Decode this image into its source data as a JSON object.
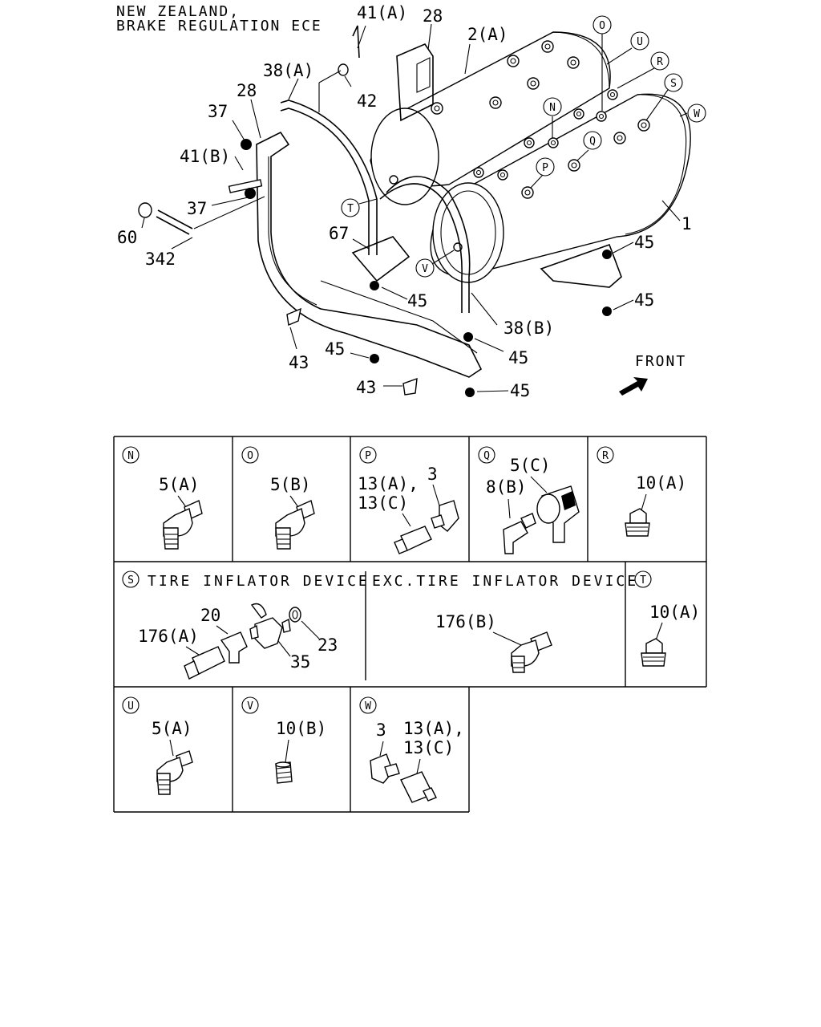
{
  "header": {
    "line1": "NEW ZEALAND,",
    "line2": "BRAKE REGULATION ECE"
  },
  "front_label": "FRONT",
  "main_labels": {
    "l41a": "41(A)",
    "l28a": "28",
    "l2a": "2(A)",
    "l38a": "38(A)",
    "l42": "42",
    "l28b": "28",
    "l37a": "37",
    "l41b": "41(B)",
    "l37b": "37",
    "l60": "60",
    "l342": "342",
    "l67": "67",
    "l45a": "45",
    "l45b": "45",
    "l45c": "45",
    "l45d": "45",
    "l45e": "45",
    "l45f": "45",
    "l38b": "38(B)",
    "l43a": "43",
    "l43b": "43",
    "l1": "1"
  },
  "callouts": {
    "O": "O",
    "U": "U",
    "R": "R",
    "S": "S",
    "W": "W",
    "N": "N",
    "Q": "Q",
    "P": "P",
    "T": "T",
    "V": "V"
  },
  "detail_cells": {
    "N": {
      "tag": "N",
      "labels": [
        "5(A)"
      ]
    },
    "O": {
      "tag": "O",
      "labels": [
        "5(B)"
      ]
    },
    "P": {
      "tag": "P",
      "labels": [
        "13(A),",
        "13(C)",
        "3"
      ]
    },
    "Q": {
      "tag": "Q",
      "labels": [
        "5(C)",
        "8(B)"
      ]
    },
    "R": {
      "tag": "R",
      "labels": [
        "10(A)"
      ]
    },
    "S": {
      "tag": "S",
      "title": "TIRE INFLATOR DEVICE",
      "labels": [
        "20",
        "176(A)",
        "23",
        "35"
      ]
    },
    "EXC": {
      "title": "EXC.TIRE INFLATOR DEVICE",
      "labels": [
        "176(B)"
      ]
    },
    "T": {
      "tag": "T",
      "labels": [
        "10(A)"
      ]
    },
    "U": {
      "tag": "U",
      "labels": [
        "5(A)"
      ]
    },
    "V": {
      "tag": "V",
      "labels": [
        "10(B)"
      ]
    },
    "W": {
      "tag": "W",
      "labels": [
        "3",
        "13(A),",
        "13(C)"
      ]
    }
  }
}
